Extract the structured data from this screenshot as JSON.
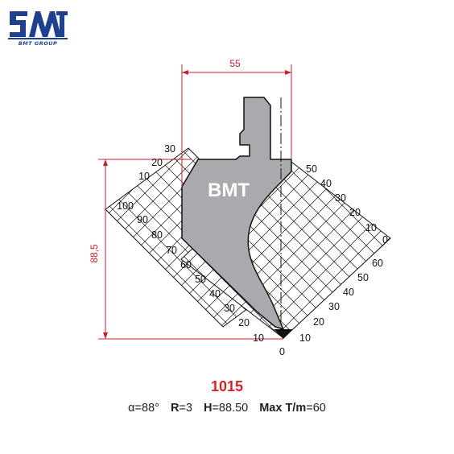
{
  "logo": {
    "brand_text": "BMT GROUP",
    "color": "#1f3f8f"
  },
  "tool": {
    "body_label": "BMT",
    "model": "1015",
    "specs": {
      "alpha_sym": "α",
      "alpha_value": "=88°",
      "r_label": "R",
      "r_value": "=3",
      "h_label": "H",
      "h_value": "=88.50",
      "max_label": "Max T/m",
      "max_value": "=60"
    }
  },
  "dimensions": {
    "width": "55",
    "height": "88,5"
  },
  "scales": {
    "left_upper": [
      "30",
      "20",
      "10"
    ],
    "left_main": [
      "100",
      "90",
      "80",
      "70",
      "60",
      "50",
      "40",
      "30",
      "20",
      "10"
    ],
    "right_upper": [
      "50",
      "40",
      "30",
      "20",
      "10",
      "0"
    ],
    "right_lower": [
      "60",
      "50",
      "40",
      "30",
      "20",
      "10"
    ],
    "bottom": "0"
  },
  "colors": {
    "accent": "#c8202a",
    "tool_fill": "#a8aaad",
    "outline": "#111111"
  }
}
